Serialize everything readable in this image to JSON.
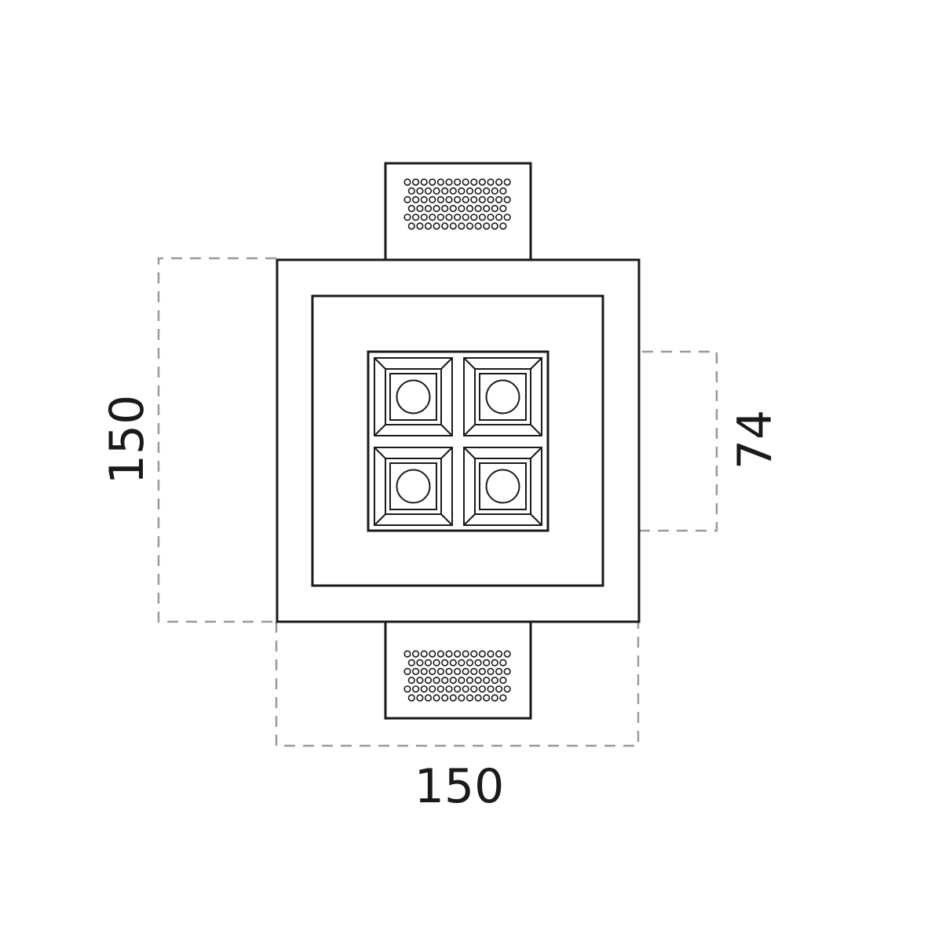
{
  "dimensions": {
    "height_label": "150",
    "width_label": "150",
    "module_label": "74"
  },
  "colors": {
    "line": "#1a1a1a",
    "dimension_line": "#9a9a9a",
    "background": "#ffffff"
  }
}
